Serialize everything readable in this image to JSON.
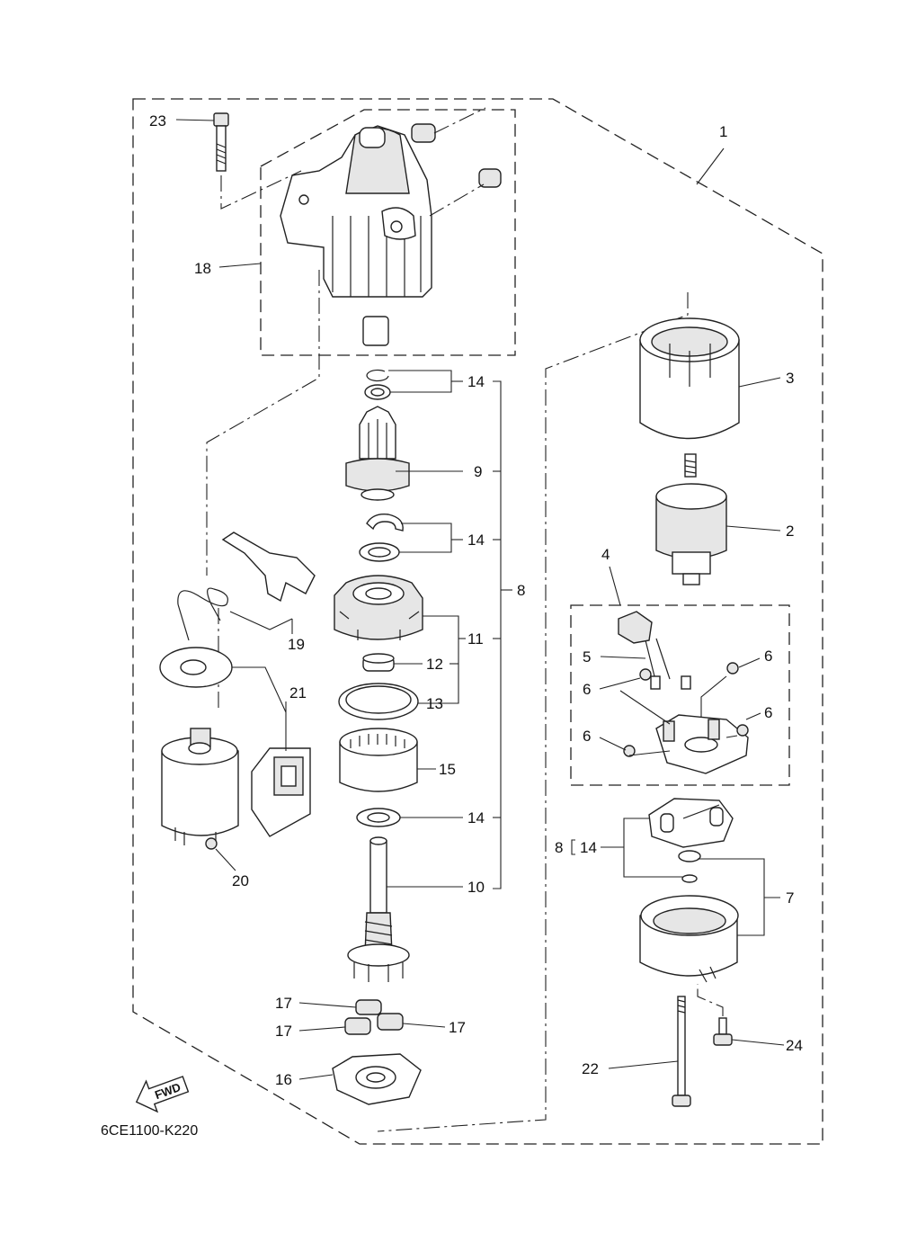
{
  "diagram_code": "6CE1100-K220",
  "fwd_label": "FWD",
  "callouts": {
    "c1": "1",
    "c2": "2",
    "c3": "3",
    "c4": "4",
    "c5": "5",
    "c6a": "6",
    "c6b": "6",
    "c6c": "6",
    "c6d": "6",
    "c7": "7",
    "c8a": "8",
    "c8b": "8",
    "c9": "9",
    "c10": "10",
    "c11": "11",
    "c12": "12",
    "c13": "13",
    "c14a": "14",
    "c14b": "14",
    "c14c": "14",
    "c14d": "14",
    "c15": "15",
    "c16": "16",
    "c17a": "17",
    "c17b": "17",
    "c17c": "17",
    "c18": "18",
    "c19": "19",
    "c20": "20",
    "c21": "21",
    "c22": "22",
    "c23": "23",
    "c24": "24"
  },
  "icons": {
    "fwd_arrow": "fwd-arrow-icon"
  }
}
